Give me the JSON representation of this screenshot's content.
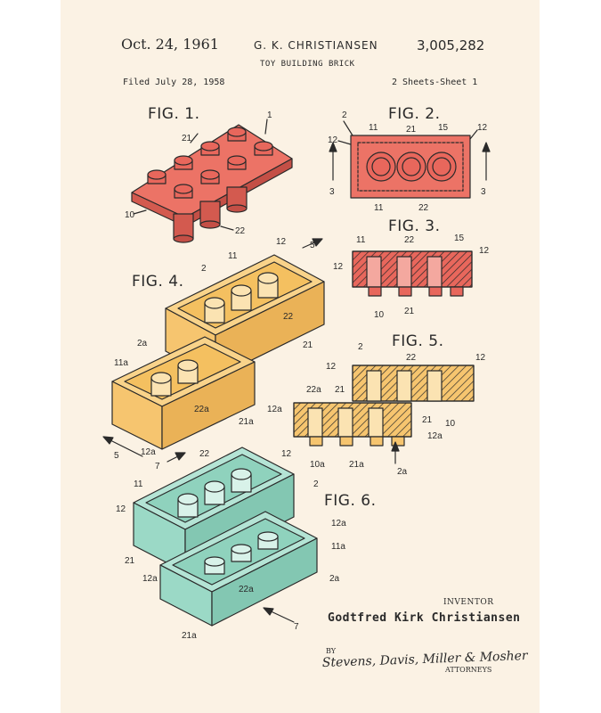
{
  "header": {
    "date": "Oct. 24, 1961",
    "inventor_header": "G. K. CHRISTIANSEN",
    "patent_number": "3,005,282",
    "title": "TOY BUILDING BRICK",
    "filed": "Filed July 28, 1958",
    "sheets": "2 Sheets-Sheet 1"
  },
  "figures": {
    "fig1": "FIG. 1.",
    "fig2": "FIG. 2.",
    "fig3": "FIG. 3.",
    "fig4": "FIG. 4.",
    "fig5": "FIG. 5.",
    "fig6": "FIG. 6."
  },
  "reference_numbers": {
    "fig1": [
      "1",
      "21",
      "10",
      "22"
    ],
    "fig2": [
      "2",
      "11",
      "21",
      "15",
      "12",
      "12",
      "3",
      "3",
      "11",
      "22"
    ],
    "fig3": [
      "11",
      "22",
      "15",
      "12",
      "12",
      "10",
      "21"
    ],
    "fig4": [
      "11",
      "12",
      "5",
      "2",
      "22",
      "2a",
      "21",
      "11a",
      "22a",
      "21a",
      "5",
      "12a"
    ],
    "fig5": [
      "2",
      "12",
      "22",
      "12",
      "22a",
      "21",
      "12a",
      "21",
      "10",
      "12a",
      "10a",
      "21a",
      "2a"
    ],
    "fig6": [
      "7",
      "22",
      "12",
      "11",
      "2",
      "12",
      "12a",
      "11a",
      "21",
      "12a",
      "2a",
      "22a",
      "7",
      "21a"
    ]
  },
  "colors": {
    "red": "#e8675c",
    "yellow": "#f6c56f",
    "teal": "#9bd9c6",
    "paper": "#fbf2e4",
    "ink": "#2a2a2a"
  },
  "signature": {
    "inventor_label": "INVENTOR",
    "inventor_name": "Godtfred Kirk Christiansen",
    "by": "BY",
    "attorneys_signature": "Stevens, Davis, Miller & Mosher",
    "attorneys_label": "ATTORNEYS"
  }
}
